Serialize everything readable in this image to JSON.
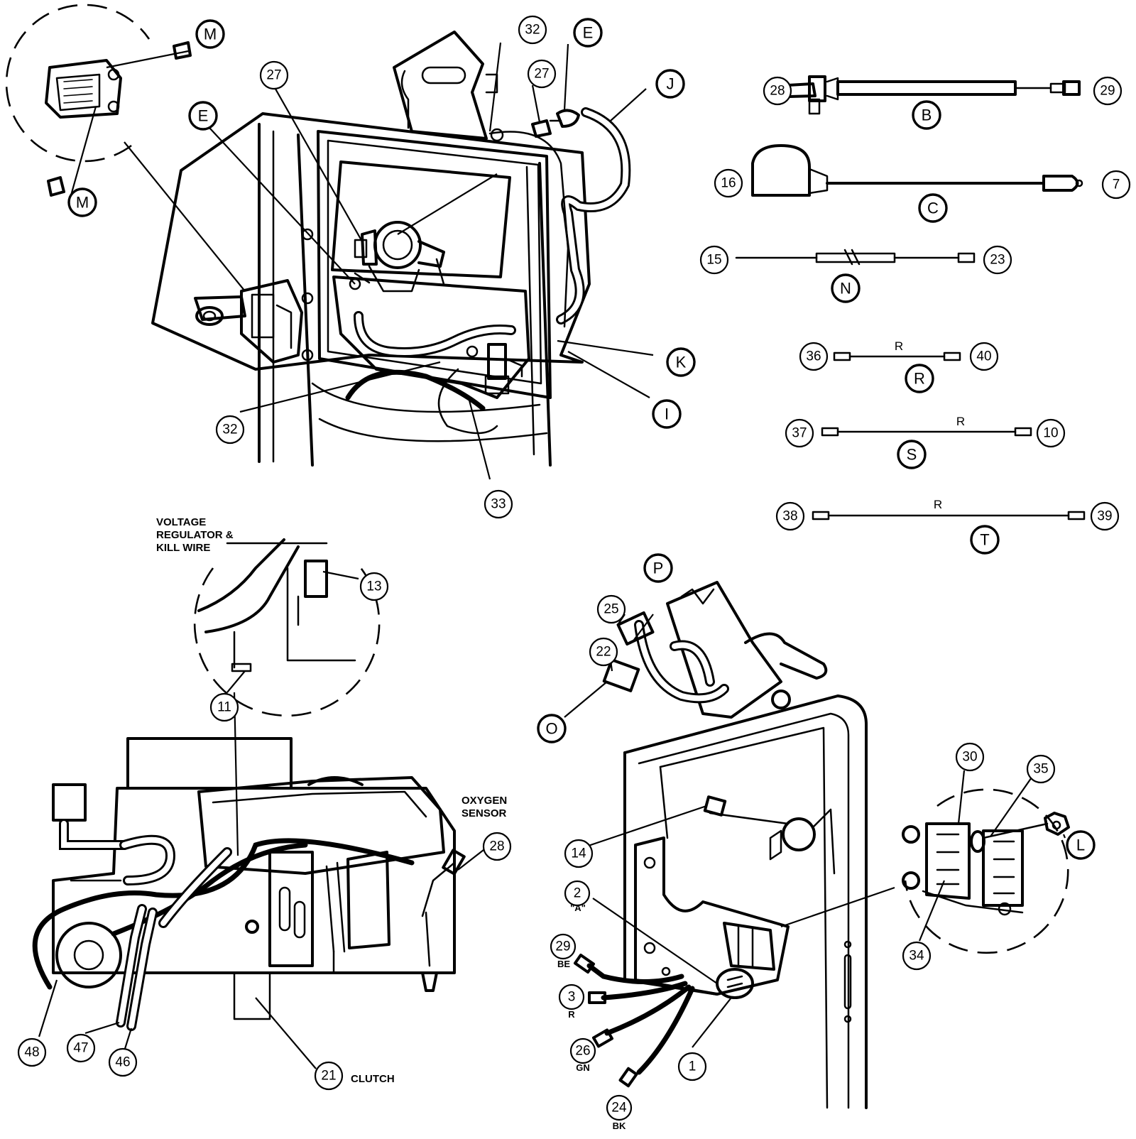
{
  "callouts": {
    "n1": "1",
    "n2": "2",
    "n3": "3",
    "n7": "7",
    "n10": "10",
    "n11": "11",
    "n13": "13",
    "n14": "14",
    "n15": "15",
    "n16": "16",
    "n21": "21",
    "n22": "22",
    "n23": "23",
    "n24": "24",
    "n25": "25",
    "n26": "26",
    "n27a": "27",
    "n27b": "27",
    "n28a": "28",
    "n28b": "28",
    "n29a": "29",
    "n29b": "29",
    "n30": "30",
    "n32a": "32",
    "n32b": "32",
    "n33": "33",
    "n34": "34",
    "n35": "35",
    "n36": "36",
    "n37": "37",
    "n38": "38",
    "n39": "39",
    "n40": "40",
    "n46": "46",
    "n47": "47",
    "n48": "48",
    "lB": "B",
    "lC": "C",
    "lEa": "E",
    "lEb": "E",
    "lI": "I",
    "lJ": "J",
    "lK": "K",
    "lL": "L",
    "lMa": "M",
    "lMb": "M",
    "lN": "N",
    "lO": "O",
    "lP": "P",
    "lR": "R",
    "lS": "S",
    "lT": "T"
  },
  "labels": {
    "voltage_line1": "VOLTAGE",
    "voltage_line2": "REGULATOR &",
    "voltage_line3": "KILL WIRE",
    "oxygen_line1": "OXYGEN",
    "oxygen_line2": "SENSOR",
    "clutch": "CLUTCH"
  },
  "wire_notes": {
    "a_mark": "\"A\"",
    "be": "BE",
    "r": "R",
    "gn": "GN",
    "bk": "BK",
    "harness_r1": "R",
    "harness_r2": "R",
    "harness_r3": "R"
  }
}
